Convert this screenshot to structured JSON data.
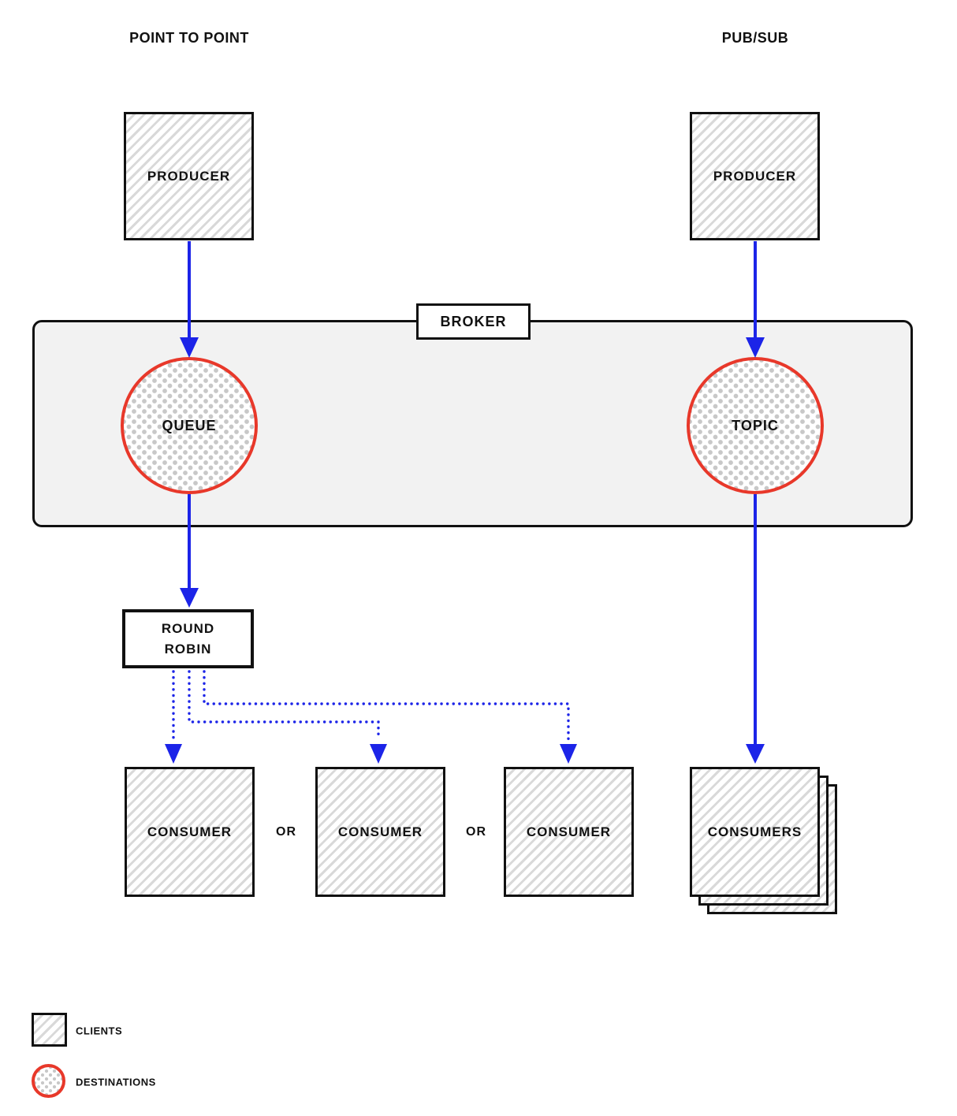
{
  "colors": {
    "arrow_blue": "#1c24e8",
    "destination_red": "#e8382a",
    "broker_fill": "#f2f2f2",
    "hatch_line": "#d9d9d9",
    "dot_fill": "#c8c8c8",
    "ink": "#111111"
  },
  "p2p": {
    "title": "POINT TO POINT",
    "producer": "PRODUCER",
    "queue": "QUEUE",
    "round_robin_line1": "ROUND",
    "round_robin_line2": "ROBIN",
    "consumers": [
      "CONSUMER",
      "CONSUMER",
      "CONSUMER"
    ],
    "or": "OR"
  },
  "pubsub": {
    "title": "PUB/SUB",
    "producer": "PRODUCER",
    "topic": "TOPIC",
    "consumers": "CONSUMERS"
  },
  "broker": {
    "label": "BROKER"
  },
  "legend": {
    "clients": "CLIENTS",
    "destinations": "DESTINATIONS"
  }
}
